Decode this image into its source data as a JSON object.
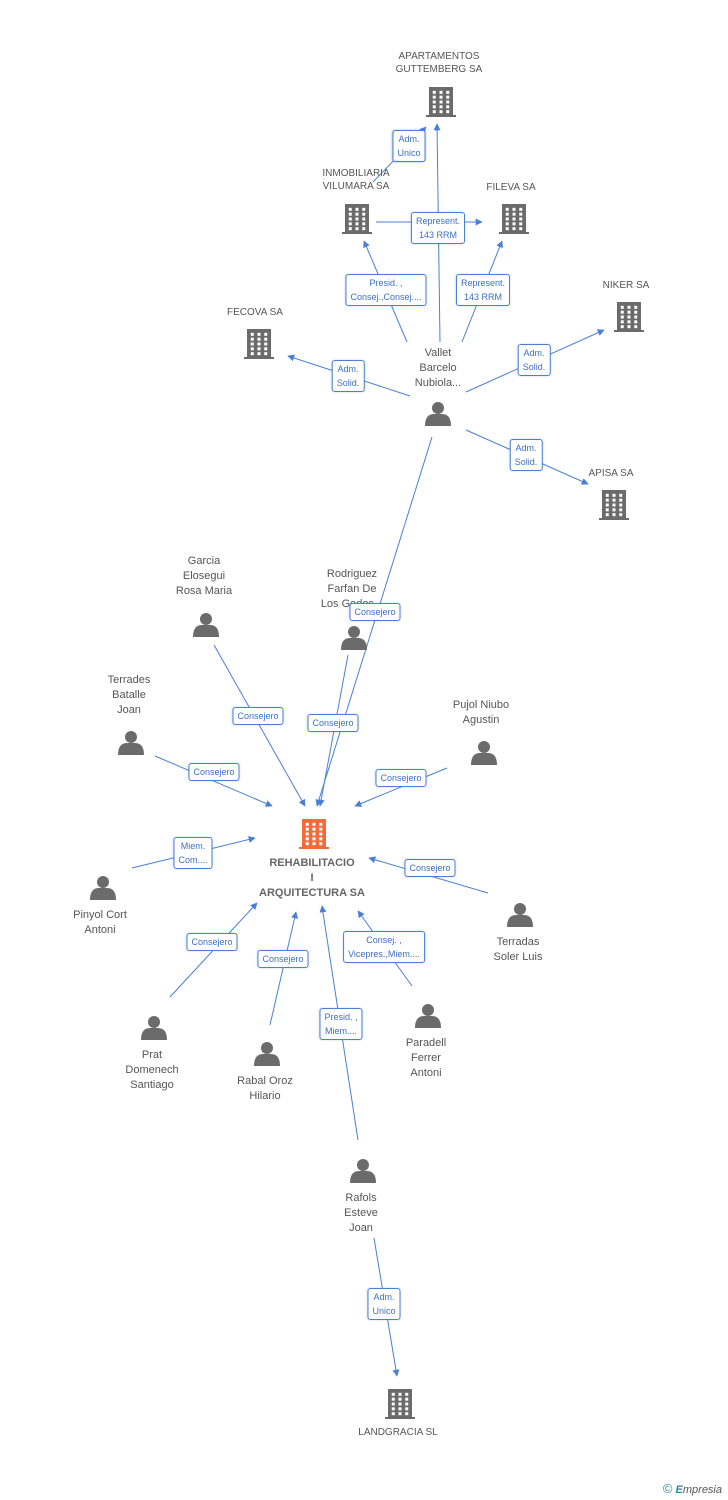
{
  "colors": {
    "edge": "#4a7fd4",
    "company": "#6b6b6b",
    "center": "#f26b3a",
    "person": "#6b6b6b",
    "label_border": "#4a7fd4"
  },
  "footer": {
    "copyright": "©",
    "brand_initial": "E",
    "brand_rest": "mpresia"
  },
  "nodes": [
    {
      "id": "center",
      "type": "center",
      "label": "REHABILITACIO\nI\nARQUITECTURA SA"
    },
    {
      "id": "apartamentos",
      "type": "company",
      "label": "APARTAMENTOS\nGUTTEMBERG SA"
    },
    {
      "id": "inmobiliaria",
      "type": "company",
      "label": "INMOBILIARIA\nVILUMARA SA"
    },
    {
      "id": "fileva",
      "type": "company",
      "label": "FILEVA SA"
    },
    {
      "id": "niker",
      "type": "company",
      "label": "NIKER SA"
    },
    {
      "id": "fecova",
      "type": "company",
      "label": "FECOVA SA"
    },
    {
      "id": "apisa",
      "type": "company",
      "label": "APISA SA"
    },
    {
      "id": "landgracia",
      "type": "company",
      "label": "LANDGRACIA SL"
    },
    {
      "id": "vallet",
      "type": "person",
      "label": "Vallet\nBarcelo\nNubiola..."
    },
    {
      "id": "garcia",
      "type": "person",
      "label": "Garcia\nElosegui\nRosa Maria"
    },
    {
      "id": "rodriguez",
      "type": "person",
      "label": "Rodriguez\nFarfan De\nLos Godos..."
    },
    {
      "id": "terrades",
      "type": "person",
      "label": "Terrades\nBatalle\nJoan"
    },
    {
      "id": "pujol",
      "type": "person",
      "label": "Pujol Niubo\nAgustin"
    },
    {
      "id": "pinyol",
      "type": "person",
      "label": "Pinyol Cort\nAntoni"
    },
    {
      "id": "terradas",
      "type": "person",
      "label": "Terradas\nSoler Luis"
    },
    {
      "id": "prat",
      "type": "person",
      "label": "Prat\nDomenech\nSantiago"
    },
    {
      "id": "rabal",
      "type": "person",
      "label": "Rabal Oroz\nHilario"
    },
    {
      "id": "paradell",
      "type": "person",
      "label": "Paradell\nFerrer\nAntoni"
    },
    {
      "id": "rafols",
      "type": "person",
      "label": "Rafols\nEsteve\nJoan"
    }
  ],
  "edges": [
    {
      "from": "vallet",
      "to": "apartamentos",
      "label": "Adm.\nUnico"
    },
    {
      "from": "vallet",
      "to": "inmobiliaria",
      "label": "Presid. ,\nConsej.,Consej...."
    },
    {
      "from": "vallet",
      "to": "fileva",
      "label": "Represent.\n143 RRM"
    },
    {
      "from": "inmobiliaria",
      "to": "fileva",
      "label": "Represent.\n143 RRM"
    },
    {
      "from": "inmobiliaria",
      "to": "apartamentos",
      "label": "Adm.\nUnico"
    },
    {
      "from": "vallet",
      "to": "niker",
      "label": "Adm.\nSolid."
    },
    {
      "from": "vallet",
      "to": "fecova",
      "label": "Adm.\nSolid."
    },
    {
      "from": "vallet",
      "to": "apisa",
      "label": "Adm.\nSolid."
    },
    {
      "from": "vallet",
      "to": "center",
      "label": "Consejero"
    },
    {
      "from": "garcia",
      "to": "center",
      "label": "Consejero"
    },
    {
      "from": "rodriguez",
      "to": "center",
      "label": "Consejero"
    },
    {
      "from": "terrades",
      "to": "center",
      "label": "Consejero"
    },
    {
      "from": "pujol",
      "to": "center",
      "label": "Consejero"
    },
    {
      "from": "pinyol",
      "to": "center",
      "label": "Miem.\nCom...."
    },
    {
      "from": "terradas",
      "to": "center",
      "label": "Consejero"
    },
    {
      "from": "prat",
      "to": "center",
      "label": "Consejero"
    },
    {
      "from": "rabal",
      "to": "center",
      "label": "Consejero"
    },
    {
      "from": "paradell",
      "to": "center",
      "label": "Consej. ,\nVicepres.,Miem...."
    },
    {
      "from": "rafols",
      "to": "center",
      "label": "Presid. ,\nMiem...."
    },
    {
      "from": "rafols",
      "to": "landgracia",
      "label": "Adm.\nUnico"
    }
  ]
}
